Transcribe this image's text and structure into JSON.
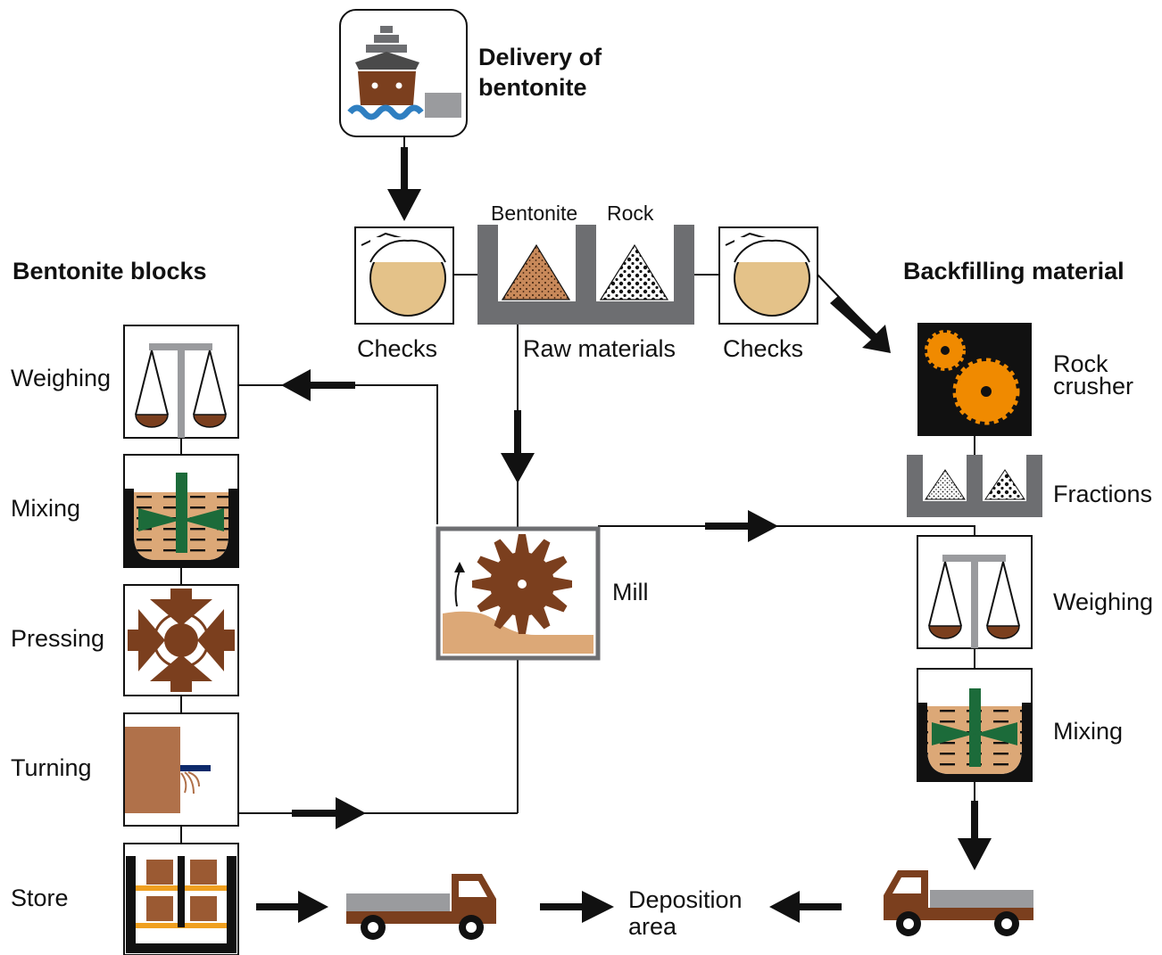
{
  "headings": {
    "delivery_line1": "Delivery of",
    "delivery_line2": "bentonite",
    "bentonite_blocks": "Bentonite blocks",
    "backfilling_material": "Backfilling material"
  },
  "raw": {
    "bentonite_label": "Bentonite",
    "rock_label": "Rock",
    "raw_materials_label": "Raw materials",
    "checks_left": "Checks",
    "checks_right": "Checks"
  },
  "left_steps": {
    "weighing": "Weighing",
    "mixing": "Mixing",
    "pressing": "Pressing",
    "turning": "Turning",
    "store": "Store"
  },
  "center": {
    "mill": "Mill",
    "deposition_line1": "Deposition",
    "deposition_line2": "area"
  },
  "right_steps": {
    "rock_crusher_line1": "Rock",
    "rock_crusher_line2": "crusher",
    "fractions": "Fractions",
    "weighing": "Weighing",
    "mixing": "Mixing"
  },
  "colors": {
    "line": "#111111",
    "gray": "#6d6e71",
    "brown": "#7b3f1e",
    "tan": "#dca877",
    "green": "#1c6b3a",
    "orange": "#f08a00",
    "navy": "#0d2a6b",
    "water": "#2f7fc1",
    "liquid": "#e4c289"
  }
}
